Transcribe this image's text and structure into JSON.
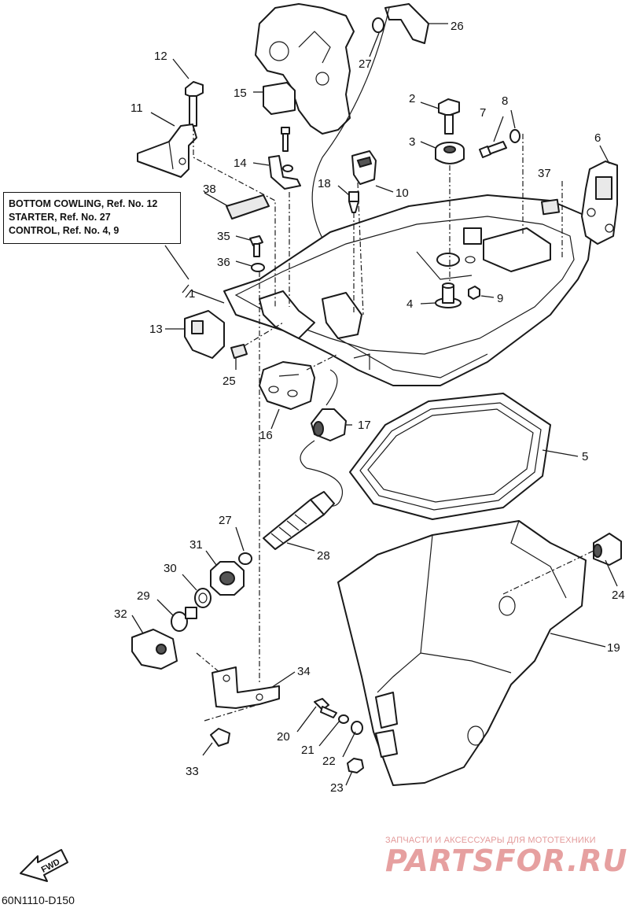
{
  "reference_box": {
    "line1": "BOTTOM COWLING, Ref. No. 12",
    "line2": "STARTER,  Ref. No. 27",
    "line3": "CONTROL, Ref. No. 4, 9"
  },
  "diagram_code": "60N1110-D150",
  "fwd_label": "FWD",
  "watermark": {
    "top_text": "ЗАПЧАСТИ И АКСЕССУАРЫ ДЛЯ МОТОТЕХНИКИ",
    "main_text": "PARTSFOR.RU"
  },
  "callouts": {
    "c1": "1",
    "c2": "2",
    "c3": "3",
    "c4": "4",
    "c5": "5",
    "c6": "6",
    "c7": "7",
    "c8": "8",
    "c9": "9",
    "c9b": "9",
    "c10": "10",
    "c11": "11",
    "c12": "12",
    "c13": "13",
    "c14": "14",
    "c15": "15",
    "c16": "16",
    "c17": "17",
    "c18": "18",
    "c19": "19",
    "c20": "20",
    "c21": "21",
    "c22": "22",
    "c23": "23",
    "c24": "24",
    "c25": "25",
    "c26": "26",
    "c27": "27",
    "c27b": "27",
    "c28": "28",
    "c29": "29",
    "c30": "30",
    "c31": "31",
    "c32": "32",
    "c33": "33",
    "c34": "34",
    "c35": "35",
    "c36": "36",
    "c37": "37",
    "c38": "38"
  }
}
